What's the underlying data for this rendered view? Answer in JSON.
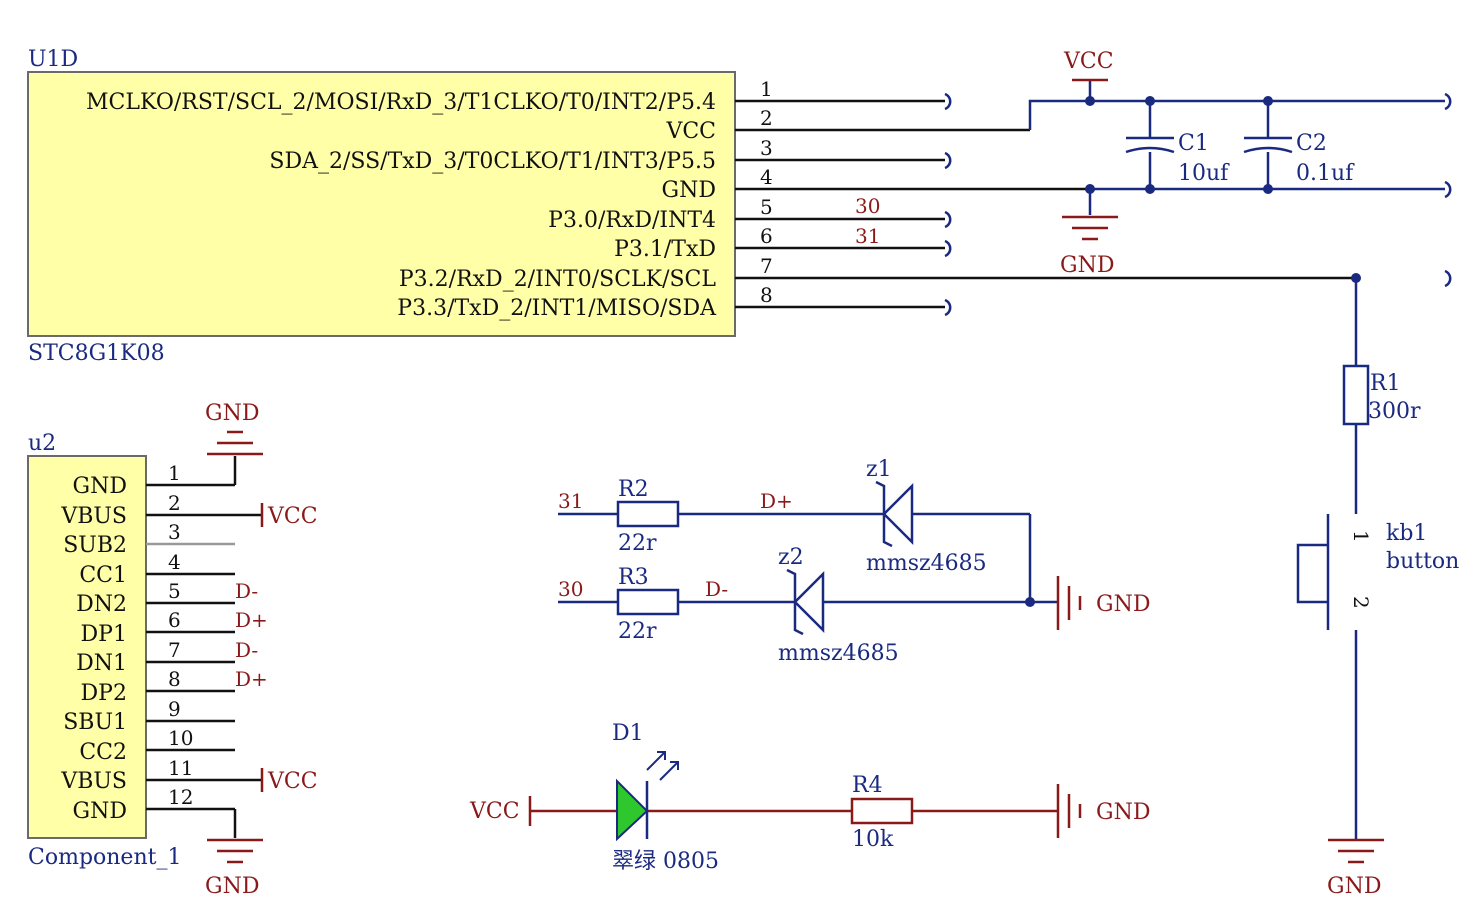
{
  "u1d": {
    "designator": "U1D",
    "part": "STC8G1K08",
    "pins": [
      {
        "num": "1",
        "name": "MCLKO/RST/SCL_2/MOSI/RxD_3/T1CLKO/T0/INT2/P5.4",
        "net": ""
      },
      {
        "num": "2",
        "name": "VCC",
        "net": ""
      },
      {
        "num": "3",
        "name": "SDA_2/SS/TxD_3/T0CLKO/T1/INT3/P5.5",
        "net": ""
      },
      {
        "num": "4",
        "name": "GND",
        "net": ""
      },
      {
        "num": "5",
        "name": "P3.0/RxD/INT4",
        "net": "30"
      },
      {
        "num": "6",
        "name": "P3.1/TxD",
        "net": "31"
      },
      {
        "num": "7",
        "name": "P3.2/RxD_2/INT0/SCLK/SCL",
        "net": ""
      },
      {
        "num": "8",
        "name": "P3.3/TxD_2/INT1/MISO/SDA",
        "net": ""
      }
    ]
  },
  "u2": {
    "designator": "u2",
    "part": "Component_1",
    "pins": [
      {
        "num": "1",
        "name": "GND",
        "net": ""
      },
      {
        "num": "2",
        "name": "VBUS",
        "net": "VCC"
      },
      {
        "num": "3",
        "name": "SUB2",
        "net": ""
      },
      {
        "num": "4",
        "name": "CC1",
        "net": ""
      },
      {
        "num": "5",
        "name": "DN2",
        "net": "D-"
      },
      {
        "num": "6",
        "name": "DP1",
        "net": "D+"
      },
      {
        "num": "7",
        "name": "DN1",
        "net": "D-"
      },
      {
        "num": "8",
        "name": "DP2",
        "net": "D+"
      },
      {
        "num": "9",
        "name": "SBU1",
        "net": ""
      },
      {
        "num": "10",
        "name": "CC2",
        "net": ""
      },
      {
        "num": "11",
        "name": "VBUS",
        "net": "VCC"
      },
      {
        "num": "12",
        "name": "GND",
        "net": ""
      }
    ]
  },
  "power": {
    "vcc_top": "VCC",
    "gnd_top": "GND",
    "gnd_u2_top": "GND",
    "gnd_u2_bottom": "GND",
    "gnd_zener": "GND",
    "gnd_led": "GND",
    "gnd_button": "GND",
    "vcc_led": "VCC"
  },
  "c1": {
    "designator": "C1",
    "value": "10uf"
  },
  "c2": {
    "designator": "C2",
    "value": "0.1uf"
  },
  "r1": {
    "designator": "R1",
    "value": "300r"
  },
  "r2": {
    "designator": "R2",
    "value": "22r",
    "net_in": "31",
    "net_out": "D+"
  },
  "r3": {
    "designator": "R3",
    "value": "22r",
    "net_in": "30",
    "net_out": "D-"
  },
  "r4": {
    "designator": "R4",
    "value": "10k"
  },
  "z1": {
    "designator": "z1",
    "value": "mmsz4685"
  },
  "z2": {
    "designator": "z2",
    "value": "mmsz4685"
  },
  "d1": {
    "designator": "D1",
    "value": "翠绿 0805"
  },
  "kb1": {
    "designator": "kb1",
    "value": "button",
    "pin1": "1",
    "pin2": "2"
  },
  "colors": {
    "component_fill": "#ffffa8",
    "wire": "#1a2a80",
    "power_label": "#8a1a1a",
    "led": "#2ec82e"
  }
}
